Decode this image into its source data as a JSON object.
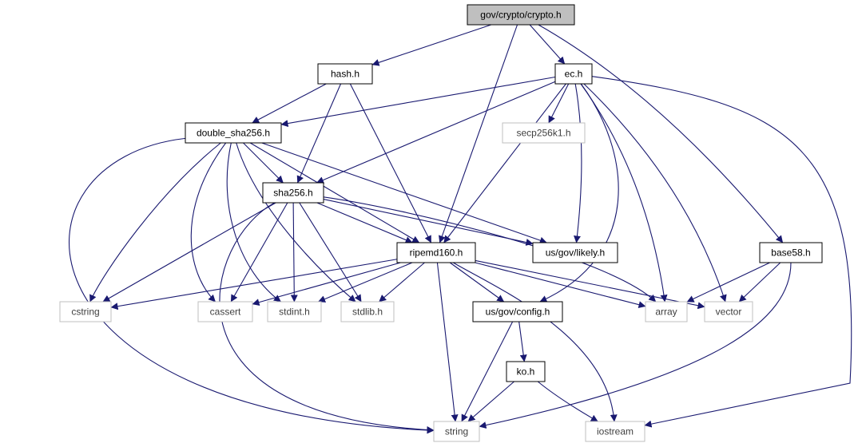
{
  "colors": {
    "edge": "#191970",
    "root_fill": "#bfbfbf",
    "solid_border": "#000000",
    "external_border": "#bfbfbf",
    "text": "#000000",
    "external_text": "#404040",
    "background": "#ffffff"
  },
  "nodes": [
    {
      "id": "crypto",
      "label": "gov/crypto/crypto.h",
      "style": "root"
    },
    {
      "id": "hash",
      "label": "hash.h",
      "style": "solid"
    },
    {
      "id": "ec",
      "label": "ec.h",
      "style": "solid"
    },
    {
      "id": "double_sha256",
      "label": "double_sha256.h",
      "style": "solid"
    },
    {
      "id": "secp",
      "label": "secp256k1.h",
      "style": "external"
    },
    {
      "id": "sha256",
      "label": "sha256.h",
      "style": "solid"
    },
    {
      "id": "ripemd",
      "label": "ripemd160.h",
      "style": "solid"
    },
    {
      "id": "likely",
      "label": "us/gov/likely.h",
      "style": "solid"
    },
    {
      "id": "base58",
      "label": "base58.h",
      "style": "solid"
    },
    {
      "id": "cstring",
      "label": "cstring",
      "style": "external"
    },
    {
      "id": "cassert",
      "label": "cassert",
      "style": "external"
    },
    {
      "id": "stdint",
      "label": "stdint.h",
      "style": "external"
    },
    {
      "id": "stdlib",
      "label": "stdlib.h",
      "style": "external"
    },
    {
      "id": "config",
      "label": "us/gov/config.h",
      "style": "solid"
    },
    {
      "id": "array",
      "label": "array",
      "style": "external"
    },
    {
      "id": "vector",
      "label": "vector",
      "style": "external"
    },
    {
      "id": "ko",
      "label": "ko.h",
      "style": "solid"
    },
    {
      "id": "string",
      "label": "string",
      "style": "external"
    },
    {
      "id": "iostream",
      "label": "iostream",
      "style": "external"
    }
  ],
  "edges": [
    {
      "from": "crypto",
      "to": "hash"
    },
    {
      "from": "crypto",
      "to": "ec"
    },
    {
      "from": "crypto",
      "to": "ripemd"
    },
    {
      "from": "crypto",
      "to": "base58"
    },
    {
      "from": "hash",
      "to": "double_sha256"
    },
    {
      "from": "hash",
      "to": "sha256"
    },
    {
      "from": "hash",
      "to": "ripemd"
    },
    {
      "from": "ec",
      "to": "double_sha256"
    },
    {
      "from": "ec",
      "to": "secp"
    },
    {
      "from": "ec",
      "to": "sha256"
    },
    {
      "from": "ec",
      "to": "ripemd"
    },
    {
      "from": "ec",
      "to": "likely"
    },
    {
      "from": "ec",
      "to": "config"
    },
    {
      "from": "ec",
      "to": "array"
    },
    {
      "from": "ec",
      "to": "vector"
    },
    {
      "from": "ec",
      "to": "iostream"
    },
    {
      "from": "double_sha256",
      "to": "sha256"
    },
    {
      "from": "double_sha256",
      "to": "ripemd"
    },
    {
      "from": "double_sha256",
      "to": "likely"
    },
    {
      "from": "double_sha256",
      "to": "cstring"
    },
    {
      "from": "double_sha256",
      "to": "cassert"
    },
    {
      "from": "double_sha256",
      "to": "stdint"
    },
    {
      "from": "double_sha256",
      "to": "stdlib"
    },
    {
      "from": "double_sha256",
      "to": "string"
    },
    {
      "from": "sha256",
      "to": "ripemd"
    },
    {
      "from": "sha256",
      "to": "likely"
    },
    {
      "from": "sha256",
      "to": "cstring"
    },
    {
      "from": "sha256",
      "to": "cassert"
    },
    {
      "from": "sha256",
      "to": "stdint"
    },
    {
      "from": "sha256",
      "to": "stdlib"
    },
    {
      "from": "sha256",
      "to": "array"
    },
    {
      "from": "sha256",
      "to": "string"
    },
    {
      "from": "ripemd",
      "to": "cstring"
    },
    {
      "from": "ripemd",
      "to": "cassert"
    },
    {
      "from": "ripemd",
      "to": "stdint"
    },
    {
      "from": "ripemd",
      "to": "stdlib"
    },
    {
      "from": "ripemd",
      "to": "config"
    },
    {
      "from": "ripemd",
      "to": "array"
    },
    {
      "from": "ripemd",
      "to": "vector"
    },
    {
      "from": "ripemd",
      "to": "string"
    },
    {
      "from": "ripemd",
      "to": "iostream"
    },
    {
      "from": "base58",
      "to": "array"
    },
    {
      "from": "base58",
      "to": "vector"
    },
    {
      "from": "base58",
      "to": "string"
    },
    {
      "from": "config",
      "to": "ko"
    },
    {
      "from": "config",
      "to": "string"
    },
    {
      "from": "ko",
      "to": "string"
    },
    {
      "from": "ko",
      "to": "iostream"
    }
  ]
}
